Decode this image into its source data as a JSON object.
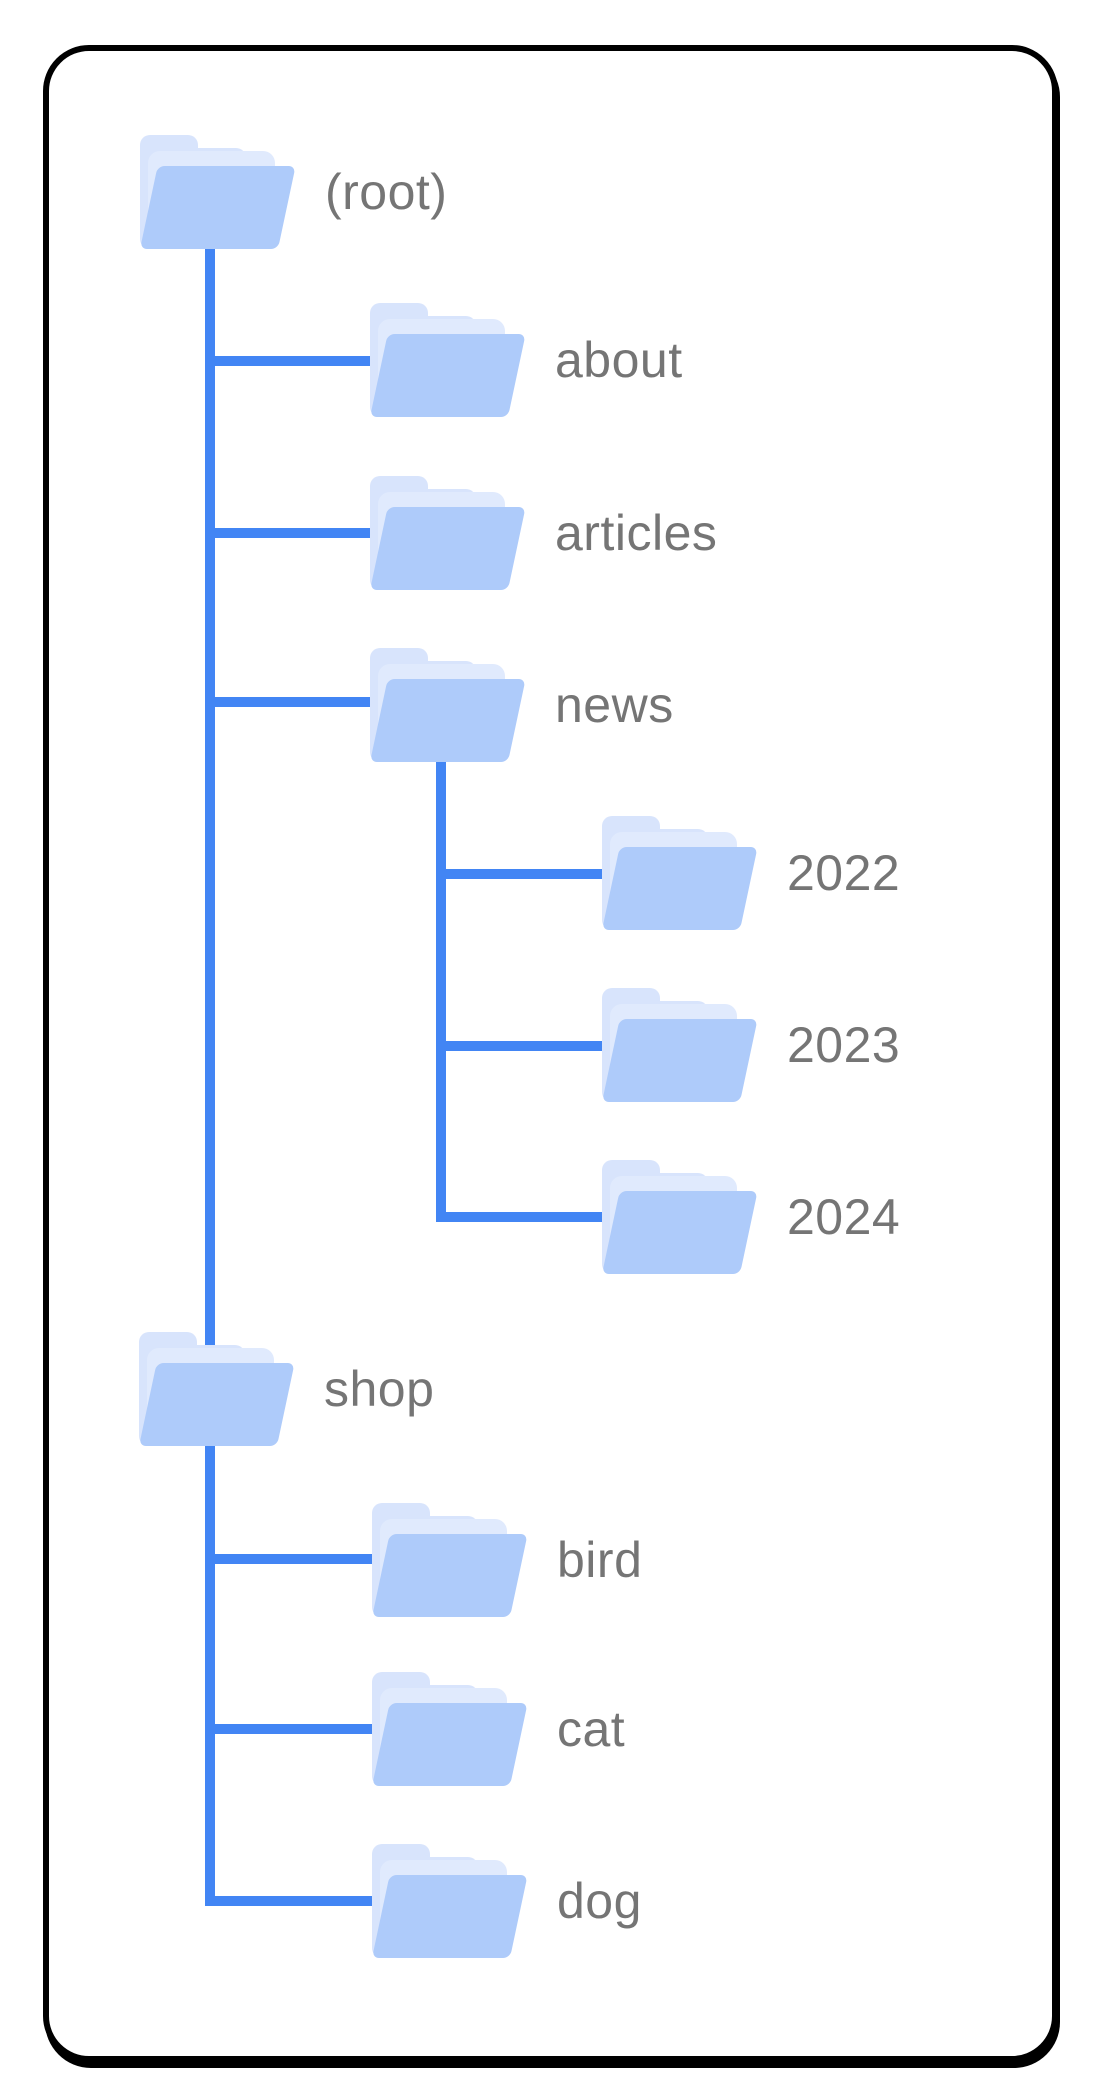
{
  "diagram": {
    "title": "site-folder-structure-tree",
    "colors": {
      "connector": "#4285f4",
      "folder_front": "#aecbfa",
      "folder_back": "#d8e4fc",
      "folder_flap": "#e0eafd",
      "label": "#757575",
      "card_border": "#000000",
      "background": "#ffffff"
    },
    "tree": {
      "root": {
        "label": "(root)",
        "children": [
          {
            "label": "about",
            "children": []
          },
          {
            "label": "articles",
            "children": []
          },
          {
            "label": "news",
            "children": [
              {
                "label": "2022"
              },
              {
                "label": "2023"
              },
              {
                "label": "2024"
              }
            ]
          },
          {
            "label": "shop",
            "children": [
              {
                "label": "bird"
              },
              {
                "label": "cat"
              },
              {
                "label": "dog"
              }
            ]
          }
        ]
      }
    }
  }
}
